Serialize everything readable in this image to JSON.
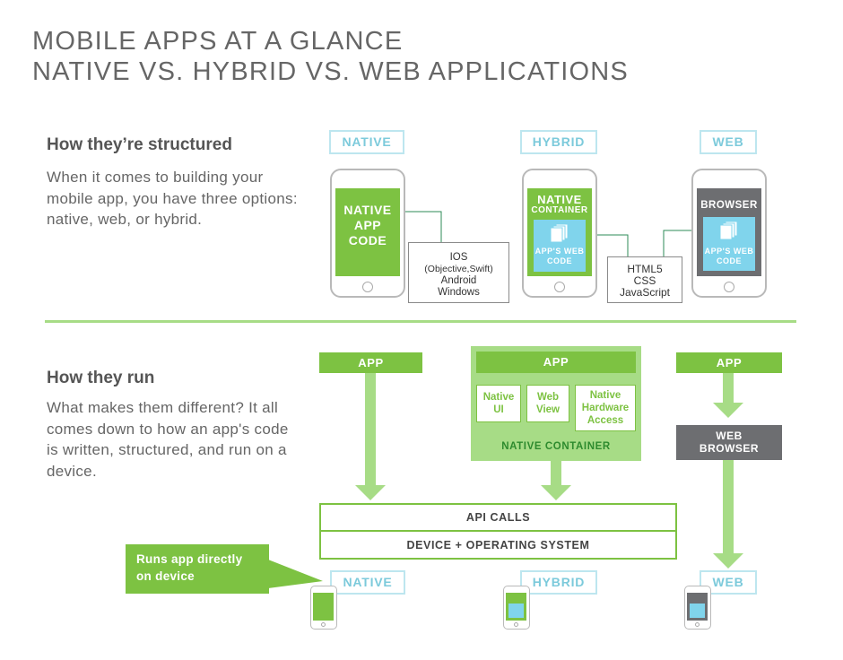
{
  "title": {
    "line1": "MOBILE APPS AT A GLANCE",
    "line2": "NATIVE VS. HYBRID VS. WEB APPLICATIONS"
  },
  "structured": {
    "heading": "How they’re structured",
    "body": "When it comes to building your mobile app, you have three options: native, web, or hybrid."
  },
  "run": {
    "heading": "How they run",
    "body": "What makes them different? It all comes down to how an app's code is written, structured, and run on a device."
  },
  "labels": {
    "native": "NATIVE",
    "hybrid": "HYBRID",
    "web": "WEB"
  },
  "native_phone": {
    "code_line1": "NATIVE",
    "code_line2": "APP",
    "code_line3": "CODE",
    "platforms": [
      "IOS",
      "(Objective,Swift)",
      "Android",
      "Windows"
    ]
  },
  "hybrid_phone": {
    "container_line1": "NATIVE",
    "container_line2": "CONTAINER",
    "web_code_line1": "APP'S WEB",
    "web_code_line2": "CODE",
    "tech": [
      "HTML5",
      "CSS",
      "JavaScript"
    ]
  },
  "web_phone": {
    "browser": "BROWSER",
    "web_code_line1": "APP'S WEB",
    "web_code_line2": "CODE"
  },
  "run_diagram": {
    "app": "APP",
    "hybrid_parts": [
      {
        "line1": "Native",
        "line2": "UI",
        "line3": ""
      },
      {
        "line1": "Web",
        "line2": "View",
        "line3": ""
      },
      {
        "line1": "Native",
        "line2": "Hardware",
        "line3": "Access"
      }
    ],
    "native_container": "NATIVE CONTAINER",
    "web_browser_line1": "WEB",
    "web_browser_line2": "BROWSER",
    "api_calls": "API CALLS",
    "device_os": "DEVICE + OPERATING SYSTEM",
    "callout_line1": "Runs app directly",
    "callout_line2": "on device"
  },
  "colors": {
    "green": "#7dc242",
    "light_blue": "#7ccadb",
    "blue_fill": "#80d4ec",
    "gray": "#6d6e71"
  }
}
